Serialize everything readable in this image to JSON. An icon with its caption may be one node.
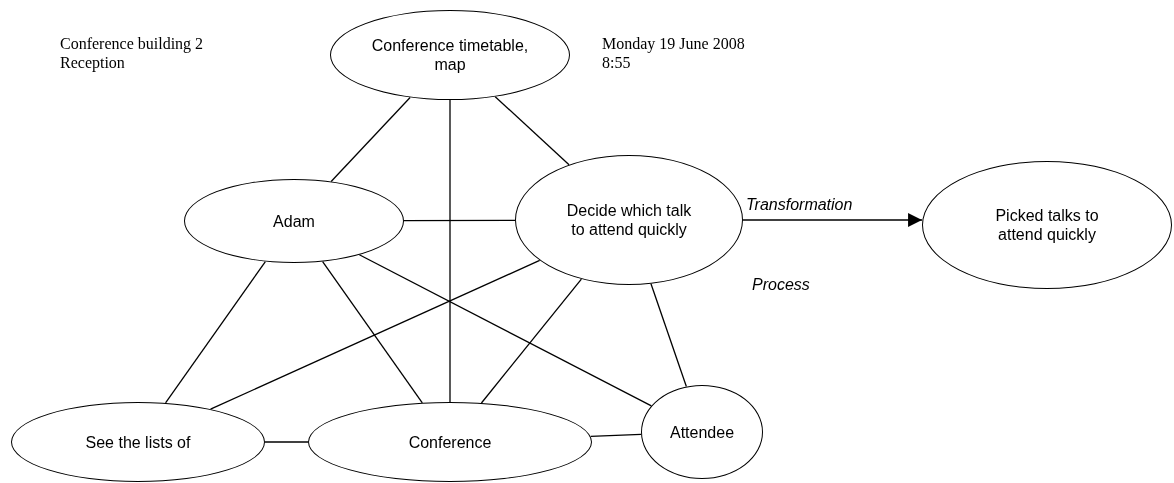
{
  "diagram": {
    "nodes": [
      {
        "text": [
          "Conference timetable, map"
        ]
      },
      {
        "text": [
          "Adam"
        ]
      },
      {
        "text": [
          "Decide which talk to attend quickly"
        ]
      },
      {
        "text": [
          "Picked talks to attend quickly"
        ]
      },
      {
        "text": [
          "See the lists of"
        ]
      },
      {
        "text": [
          "Conference"
        ]
      },
      {
        "text": [
          "Attendee"
        ]
      }
    ],
    "edges": [
      {
        "from": 0,
        "to": 1,
        "arrow": "none"
      },
      {
        "from": 0,
        "to": 5,
        "arrow": "none"
      },
      {
        "from": 0,
        "to": 2,
        "arrow": "none"
      },
      {
        "from": 1,
        "to": 2,
        "arrow": "none"
      },
      {
        "from": 1,
        "to": 4,
        "arrow": "none"
      },
      {
        "from": 1,
        "to": 5,
        "arrow": "none"
      },
      {
        "from": 1,
        "to": 6,
        "arrow": "none"
      },
      {
        "from": 2,
        "to": 4,
        "arrow": "none"
      },
      {
        "from": 2,
        "to": 5,
        "arrow": "none"
      },
      {
        "from": 2,
        "to": 6,
        "arrow": "none"
      },
      {
        "from": 4,
        "to": 5,
        "arrow": "none"
      },
      {
        "from": 5,
        "to": 6,
        "arrow": "none"
      },
      {
        "from": 2,
        "to": 3,
        "arrow": "to",
        "label": "Transformation"
      }
    ],
    "labels": [
      "Conference building 2 Reception",
      "Monday 19 June 2008 8:55",
      "Process"
    ]
  }
}
